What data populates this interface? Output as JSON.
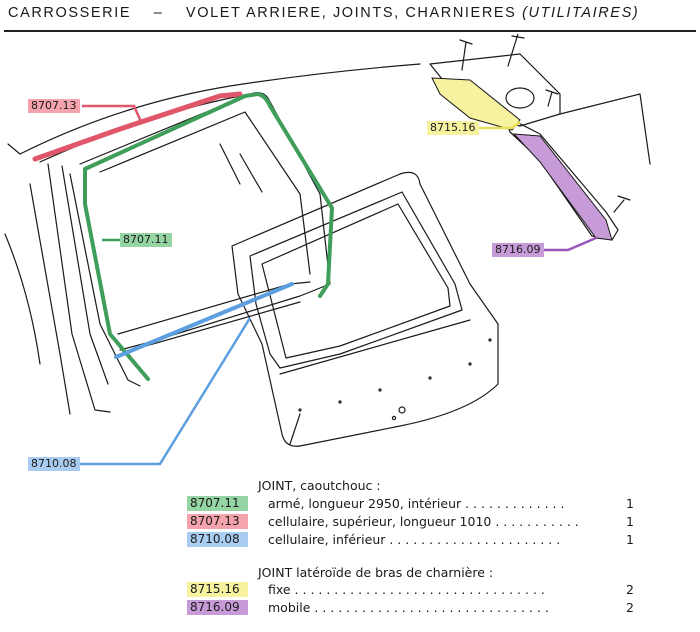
{
  "header": {
    "title": "CARROSSERIE",
    "separator": "–",
    "subtitle": "VOLET ARRIERE, JOINTS, CHARNIERES",
    "qualifier": "(UTILITAIRES)"
  },
  "callouts": {
    "c8707_13": "8707.13",
    "c8707_11": "8707.11",
    "c8710_08": "8710.08",
    "c8715_16": "8715.16",
    "c8716_09": "8716.09"
  },
  "colors": {
    "green": "#95d4a3",
    "green_line": "#3f9e5a",
    "red": "#f5a4ad",
    "red_line": "#e0566a",
    "blue": "#a9cdf0",
    "blue_line": "#5b9fe0",
    "yellow": "#f7f2a0",
    "yellow_line": "#e8df59",
    "purple": "#c79bd8",
    "purple_line": "#9a55b8"
  },
  "legend": {
    "group1_heading": "JOINT, caoutchouc :",
    "group1": [
      {
        "code": "8707.11",
        "desc": "armé, longueur 2950, intérieur  . . . . . . . . . . . . .",
        "qty": "1"
      },
      {
        "code": "8707.13",
        "desc": "cellulaire, supérieur, longueur 1010  . . . . . . . . . . .",
        "qty": "1"
      },
      {
        "code": "8710.08",
        "desc": "cellulaire, inférieur  . . . . . . . . . . . . . . . . . . . . . .",
        "qty": "1"
      }
    ],
    "group2_heading": "JOINT latéroïde de bras de charnière :",
    "group2": [
      {
        "code": "8715.16",
        "desc": "fixe  . . . . . . . . . . . . . . . . . . . . . . . . . . . . . . . .",
        "qty": "2"
      },
      {
        "code": "8716.09",
        "desc": "mobile  . . . . . . . . . . . . . . . . . . . . . . . . . . . . . .",
        "qty": "2"
      }
    ]
  }
}
